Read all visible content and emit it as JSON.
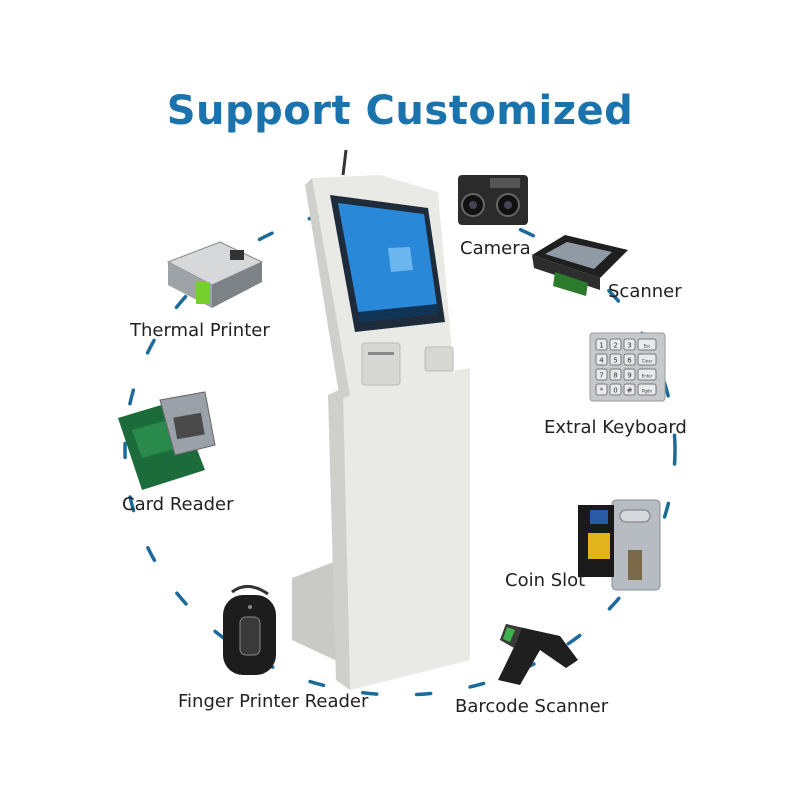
{
  "title": "Support Customized",
  "colors": {
    "title": "#1b73ad",
    "dash": "#1b6a9a",
    "kiosk_body": "#e9e9e6",
    "kiosk_screen": "#2a88d8"
  },
  "components": [
    {
      "id": "camera",
      "label": "Camera",
      "icon": "camera-icon"
    },
    {
      "id": "scanner",
      "label": "Scanner",
      "icon": "scanner-icon"
    },
    {
      "id": "keyboard",
      "label": "Extral Keyboard",
      "icon": "keypad-icon"
    },
    {
      "id": "coin-slot",
      "label": "Coin Slot",
      "icon": "coin-acceptor-icon"
    },
    {
      "id": "barcode-scanner",
      "label": "Barcode Scanner",
      "icon": "barcode-gun-icon"
    },
    {
      "id": "fingerprint-reader",
      "label": "Finger Printer Reader",
      "icon": "fingerprint-icon"
    },
    {
      "id": "card-reader",
      "label": "Card Reader",
      "icon": "card-reader-icon"
    },
    {
      "id": "thermal-printer",
      "label": "Thermal Printer",
      "icon": "printer-icon"
    }
  ],
  "keypad_keys": [
    "1",
    "2",
    "3",
    "Esc",
    "4",
    "5",
    "6",
    "Clear",
    "7",
    "8",
    "9",
    "Enter",
    "*",
    "0",
    "#",
    "Pgdn"
  ]
}
